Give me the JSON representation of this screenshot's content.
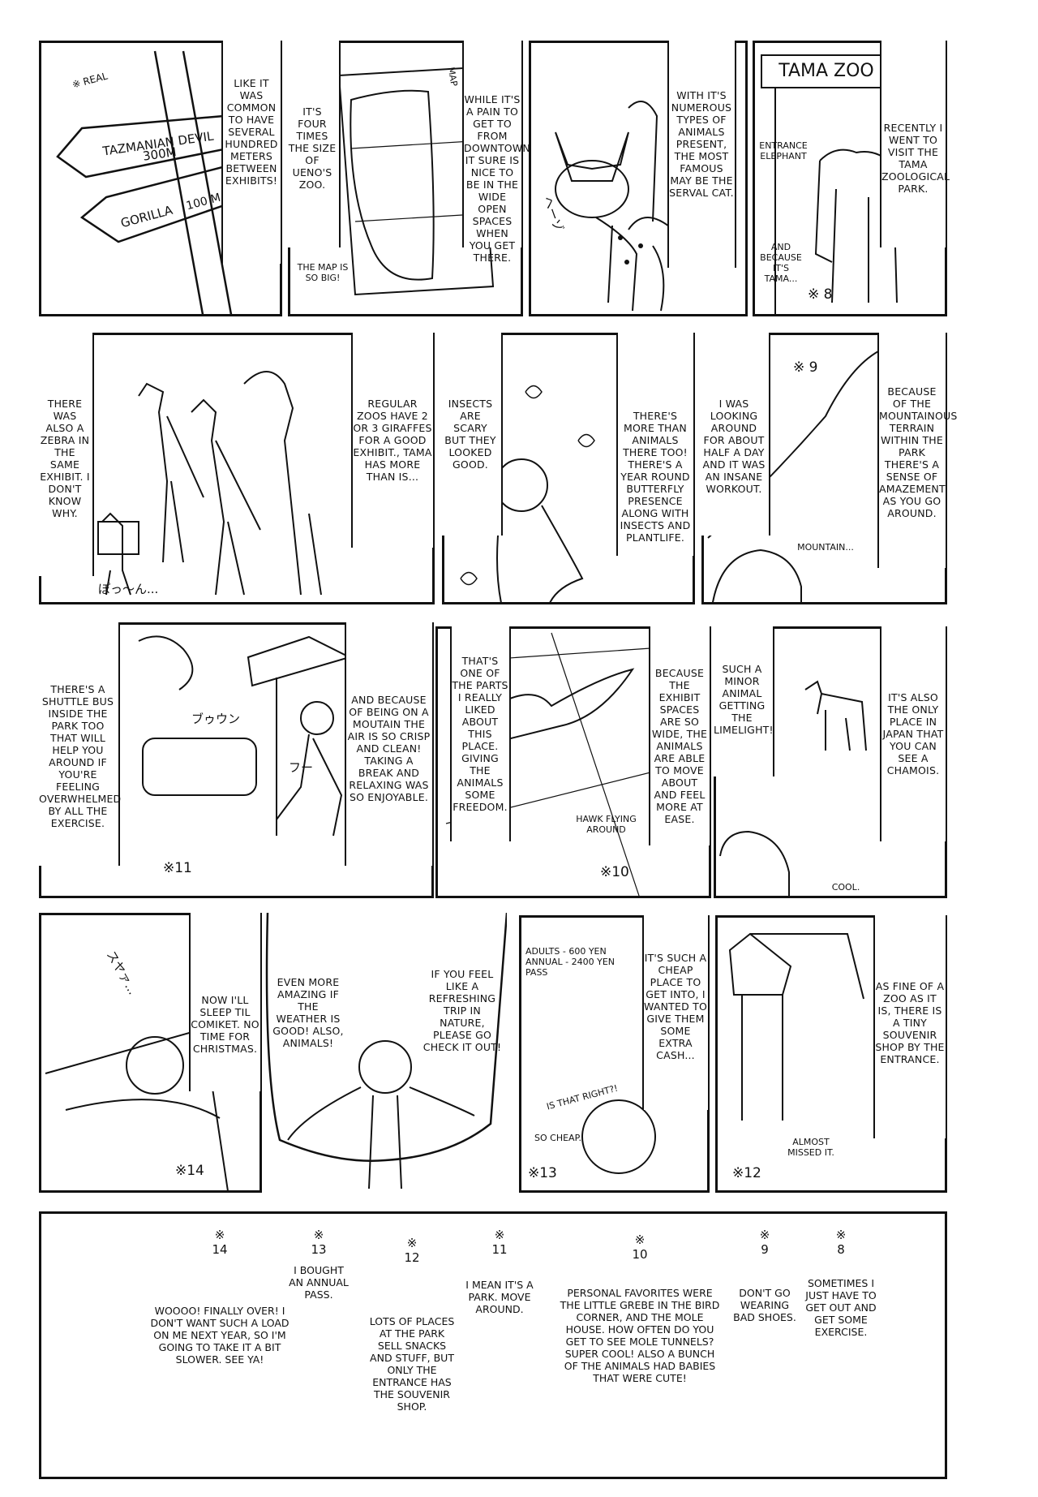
{
  "row1": {
    "p1": {
      "mark": "※ REAL",
      "sign1": "TAZMANIAN DEVIL 300m",
      "sign2": "GORILLA",
      "dist": "100 m",
      "caption": "LIKE IT WAS COMMON TO HAVE SEVERAL HUNDRED METERS BETWEEN EXHIBITS!"
    },
    "p2": {
      "map_label": "MAP",
      "caption": "IT'S FOUR TIMES THE SIZE OF UENO'S ZOO.",
      "small": "THE MAP IS SO BIG!",
      "caption2": "WHILE IT'S A PAIN TO GET TO FROM DOWNTOWN IT SURE IS NICE TO BE IN THE WIDE OPEN SPACES WHEN YOU GET THERE."
    },
    "p3": {
      "caption": "WITH IT'S NUMEROUS TYPES OF ANIMALS PRESENT, THE MOST FAMOUS MAY BE THE SERVAL CAT.",
      "sfx": "ヘーゾ"
    },
    "p4": {
      "sign": "TAMA ZOO",
      "label": "ENTRANCE ELEPHANT",
      "small": "AND BECAUSE IT'S TAMA...",
      "caption": "RECENTLY I WENT TO VISIT THE TAMA ZOOLOGICAL PARK.",
      "num": "※ 8"
    }
  },
  "row2": {
    "p1": {
      "caption": "THERE WAS ALSO A ZEBRA IN THE SAME EXHIBIT. I DON'T KNOW WHY.",
      "caption2": "REGULAR ZOOS HAVE 2 OR 3 GIRAFFES FOR A GOOD EXHIBIT., TAMA HAS MORE THAN IS...",
      "sfx": "ぽっ〜ん..."
    },
    "p2": {
      "caption": "INSECTS ARE SCARY BUT THEY LOOKED GOOD.",
      "caption2": "THERE'S MORE THAN ANIMALS THERE TOO! THERE'S A YEAR ROUND BUTTERFLY PRESENCE ALONG WITH INSECTS AND PLANTLIFE."
    },
    "p3": {
      "caption": "I WAS LOOKING AROUND FOR ABOUT HALF A DAY AND IT WAS AN INSANE WORKOUT.",
      "caption2": "BECAUSE OF THE MOUNTAINOUS TERRAIN WITHIN THE PARK THERE'S A SENSE OF AMAZEMENT AS YOU GO AROUND.",
      "small": "MOUNTAIN...",
      "num": "※ 9"
    }
  },
  "row3": {
    "p1": {
      "caption": "THERE'S A SHUTTLE BUS INSIDE THE PARK TOO THAT WILL HELP YOU AROUND IF YOU'RE FEELING OVERWHELMED BY ALL THE EXERCISE.",
      "caption2": "AND BECAUSE OF BEING ON A MOUTAIN THE AIR IS SO CRISP AND CLEAN! TAKING A BREAK AND RELAXING WAS SO ENJOYABLE.",
      "sfx": "ブゥウン",
      "sfx2": "フー",
      "num": "※11"
    },
    "p2": {
      "caption": "THAT'S ONE OF THE PARTS I REALLY LIKED ABOUT THIS PLACE. GIVING THE ANIMALS SOME FREEDOM.",
      "caption2": "BECAUSE THE EXHIBIT SPACES ARE SO WIDE, THE ANIMALS ARE ABLE TO MOVE ABOUT AND FEEL MORE AT EASE.",
      "small": "HAWK FLYING AROUND",
      "num": "※10"
    },
    "p3": {
      "caption": "SUCH A MINOR ANIMAL GETTING THE LIMELIGHT!",
      "caption2": "IT'S ALSO THE ONLY PLACE IN JAPAN THAT YOU CAN SEE A CHAMOIS.",
      "small": "COOL."
    }
  },
  "row4": {
    "p1": {
      "caption": "NOW I'LL SLEEP TIL COMIKET. NO TIME FOR CHRISTMAS.",
      "sfx": "スヤァ...",
      "num": "※14"
    },
    "p2": {
      "caption": "EVEN MORE AMAZING IF THE WEATHER IS GOOD! ALSO, ANIMALS!",
      "caption2": "IF YOU FEEL LIKE A REFRESHING TRIP IN NATURE, PLEASE GO CHECK IT OUT!"
    },
    "p3": {
      "prices": "ADULTS - 600 YEN\nANNUAL - 2400 YEN PASS",
      "caption": "IT'S SUCH A CHEAP PLACE TO GET INTO, I WANTED TO GIVE THEM SOME EXTRA CASH...",
      "small": "IS THAT RIGHT?!",
      "small2": "SO CHEAP.",
      "num": "※13"
    },
    "p4": {
      "caption": "AS FINE OF A ZOO AS IT IS, THERE IS A TINY SOUVENIR SHOP BY THE ENTRANCE.",
      "small": "ALMOST MISSED IT.",
      "num": "※12"
    }
  },
  "notes": [
    {
      "sym": "※",
      "num": "14",
      "text": "WOOOO! FINALLY OVER! I DON'T WANT SUCH A LOAD ON ME NEXT YEAR, SO I'M GOING TO TAKE IT A BIT SLOWER. SEE YA!"
    },
    {
      "sym": "※",
      "num": "13",
      "text": "I BOUGHT AN ANNUAL PASS."
    },
    {
      "sym": "※",
      "num": "12",
      "text": "LOTS OF PLACES AT THE PARK SELL SNACKS AND STUFF, BUT ONLY THE ENTRANCE HAS THE SOUVENIR SHOP."
    },
    {
      "sym": "※",
      "num": "11",
      "text": "I MEAN IT'S A PARK. MOVE AROUND."
    },
    {
      "sym": "※",
      "num": "10",
      "text": "PERSONAL FAVORITES WERE THE LITTLE GREBE IN THE BIRD CORNER, AND THE MOLE HOUSE. HOW OFTEN DO YOU GET TO SEE MOLE TUNNELS? SUPER COOL! ALSO A BUNCH OF THE ANIMALS HAD BABIES THAT WERE CUTE!"
    },
    {
      "sym": "※",
      "num": "9",
      "text": "DON'T GO WEARING BAD SHOES."
    },
    {
      "sym": "※",
      "num": "8",
      "text": "SOMETIMES I JUST HAVE TO GET OUT AND GET SOME EXERCISE."
    }
  ]
}
